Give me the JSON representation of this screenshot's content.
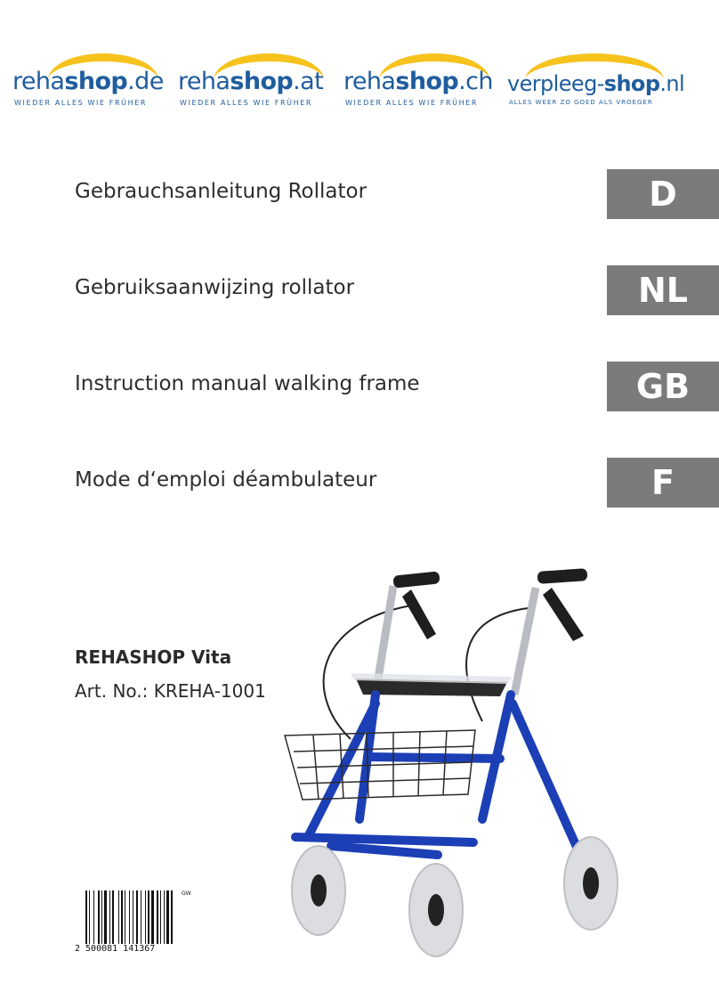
{
  "logos": [
    {
      "light": "reha",
      "bold": "shop",
      "suffix": ".de",
      "tagline": "WIEDER ALLES WIE FRÜHER"
    },
    {
      "light": "reha",
      "bold": "shop",
      "suffix": ".at",
      "tagline": "WIEDER ALLES WIE FRÜHER"
    },
    {
      "light": "reha",
      "bold": "shop",
      "suffix": ".ch",
      "tagline": "WIEDER ALLES WIE FRÜHER"
    },
    {
      "light": "verpleeg-",
      "bold": "shop",
      "suffix": ".nl",
      "tagline": "ALLES WEER ZO GOED ALS VROEGER"
    }
  ],
  "manuals": [
    {
      "title": "Gebrauchsanleitung Rollator",
      "lang": "D"
    },
    {
      "title": "Gebruiksaanwijzing rollator",
      "lang": "NL"
    },
    {
      "title": "Instruction manual walking frame",
      "lang": "GB"
    },
    {
      "title": "Mode d‘emploi déambulateur",
      "lang": "F"
    }
  ],
  "product": {
    "name": "REHASHOP Vita",
    "article": "Art. No.: KREHA-1001"
  },
  "barcode": {
    "digits": "2  500081  141367",
    "superscript": "GW"
  },
  "colors": {
    "brand_blue": "#1f5d9e",
    "brand_yellow": "#f6c21c",
    "badge_gray": "#7b7b7b",
    "frame_blue": "#1c3fb5"
  }
}
